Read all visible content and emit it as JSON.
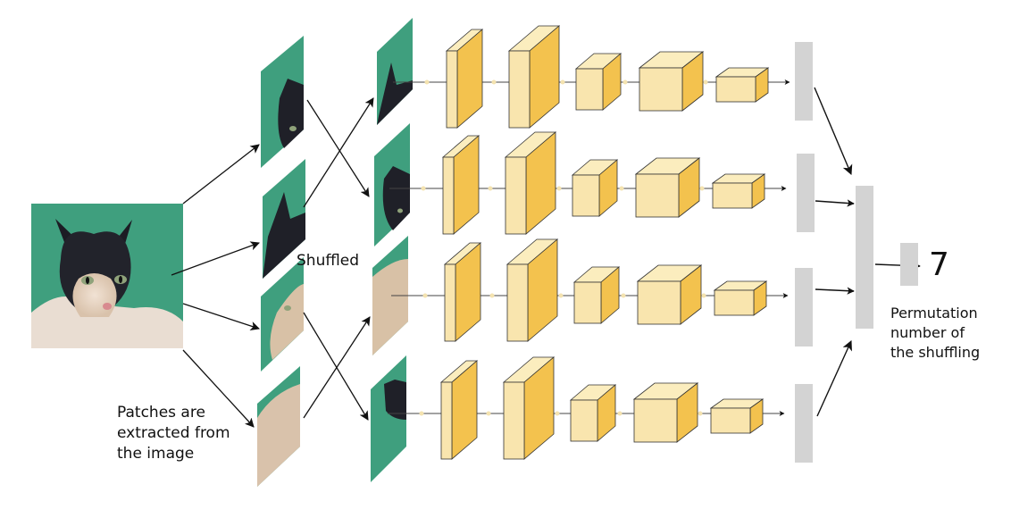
{
  "labels": {
    "patches": [
      "Patches are",
      "extracted from",
      "the image"
    ],
    "shuffled": "Shuffled",
    "output_value": "7",
    "permutation": [
      "Permutation",
      "number of",
      "the shuffling"
    ]
  },
  "colors": {
    "background": "#3f9f7e",
    "box_front": "#f9e5ae",
    "box_side": "#f3c24e",
    "box_top": "#fbedbe",
    "feature_bar": "#d3d3d3",
    "arrow": "#111111"
  },
  "branches": 4,
  "layers_per_branch": 5
}
